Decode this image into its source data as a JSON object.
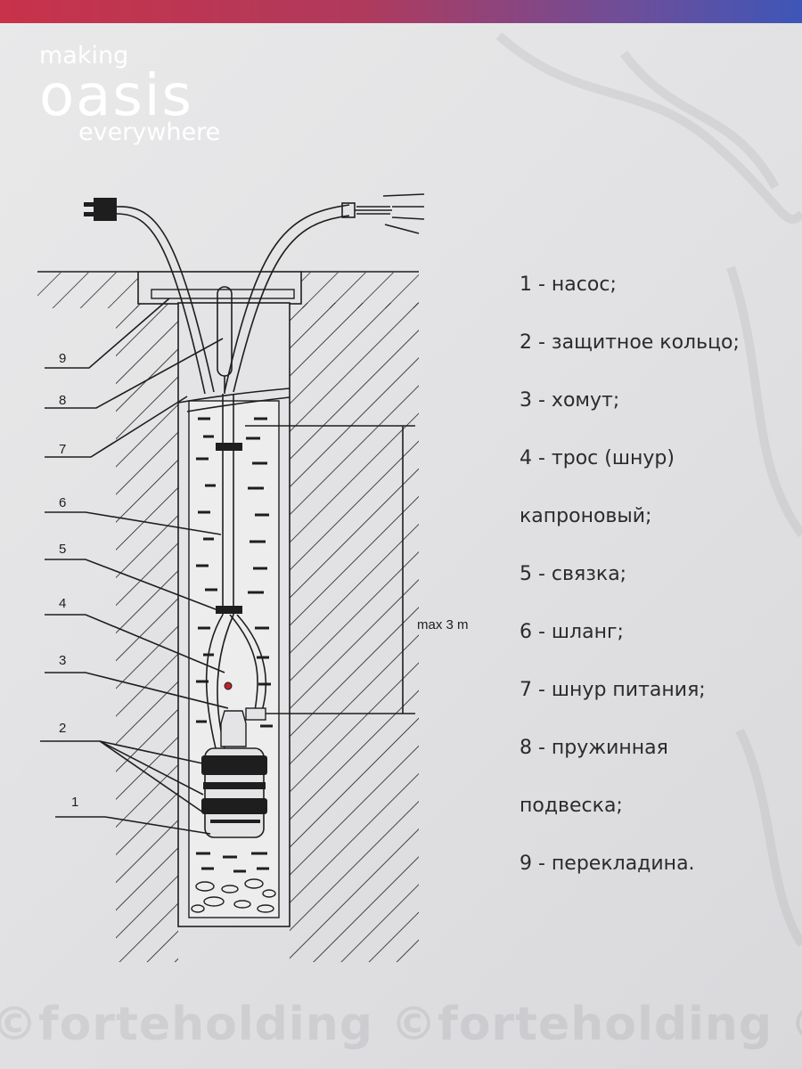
{
  "brand": {
    "line1": "making",
    "line2": "oasis",
    "line3": "everywhere"
  },
  "diagram": {
    "callout_numbers": [
      "9",
      "8",
      "7",
      "6",
      "5",
      "4",
      "3",
      "2",
      "1"
    ],
    "dimension_label": "max 3 m"
  },
  "legend": [
    "1 - насос;",
    "2 - защитное кольцо;",
    "3 - хомут;",
    "4 - трос (шнур)",
    "капроновый;",
    "5 - связка;",
    "6 - шланг;",
    "7 - шнур питания;",
    "8 - пружинная",
    "подвеска;",
    "9 - перекладина."
  ],
  "watermark": "©forteholding ©forteholding ©forteholding",
  "colors": {
    "top_bar_left": "#c8324a",
    "top_bar_right": "#3d56b8",
    "line": "#1e1e1e",
    "accent_point": "#c0202a"
  }
}
